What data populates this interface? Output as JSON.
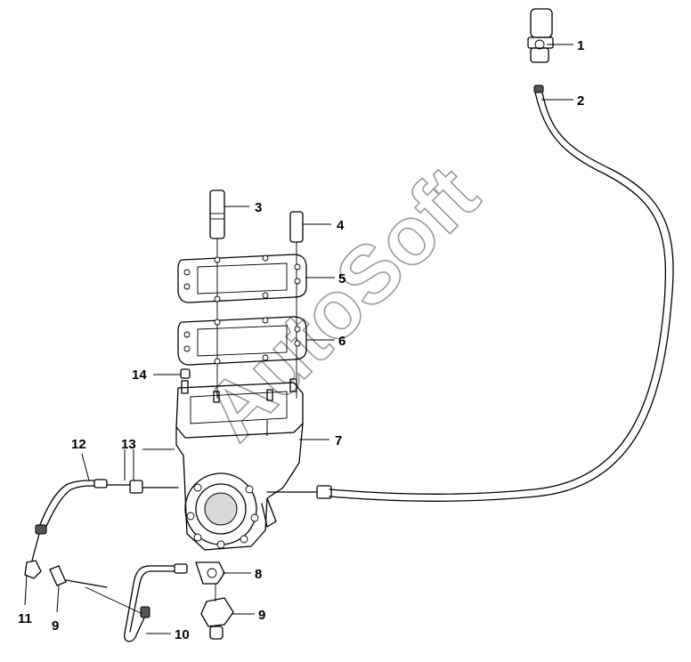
{
  "watermark": "AutoSoft",
  "callouts": [
    "1",
    "2",
    "3",
    "4",
    "5",
    "6",
    "7",
    "8",
    "9",
    "9",
    "10",
    "11",
    "12",
    "13",
    "14"
  ],
  "colors": {
    "line": "#000000",
    "watermark": "#9a9a9a",
    "background": "#ffffff"
  }
}
